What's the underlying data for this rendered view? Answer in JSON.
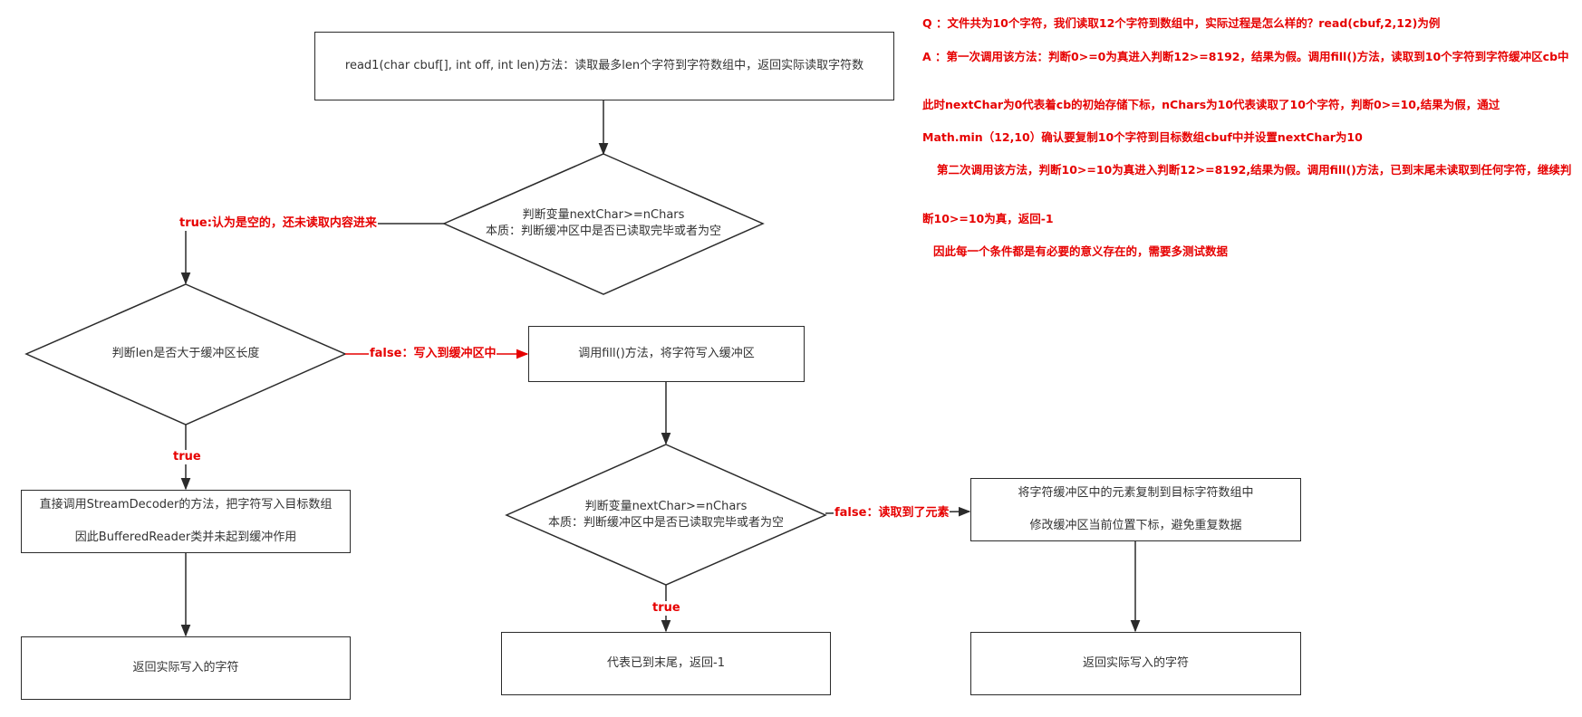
{
  "nodes": {
    "read1_box": "read1(char cbuf[], int off, int len)方法：读取最多len个字符到字符数组中，返回实际读取字符数",
    "check_buffer_1": {
      "line1": "判断变量nextChar>=nChars",
      "line2": "本质：判断缓冲区中是否已读取完毕或者为空"
    },
    "check_len": "判断len是否大于缓冲区长度",
    "call_fill": "调用fill()方法，将字符写入缓冲区",
    "direct_stream": {
      "line1": "直接调用StreamDecoder的方法，把字符写入目标数组",
      "line2": "因此BufferedReader类并未起到缓冲作用"
    },
    "check_buffer_2": {
      "line1": "判断变量nextChar>=nChars",
      "line2": "本质：判断缓冲区中是否已读取完毕或者为空"
    },
    "copy_buffer": {
      "line1": "将字符缓冲区中的元素复制到目标字符数组中",
      "line2": "修改缓冲区当前位置下标，避免重复数据"
    },
    "return_written_1": "返回实际写入的字符",
    "return_eof": "代表已到末尾，返回-1",
    "return_written_2": "返回实际写入的字符"
  },
  "edge_labels": {
    "true_empty": "true:认为是空的，还未读取内容进来",
    "false_to_buffer": "false：写入到缓冲区中",
    "true_len": "true",
    "false_read_elem": "false：读取到了元素",
    "true_eof": "true"
  },
  "notes": [
    "Q ：文件共为10个字符，我们读取12个字符到数组中，实际过程是怎么样的？read(cbuf,2,12)为例",
    "A ：第一次调用该方法：判断0>=0为真进入判断12>=8192，结果为假。调用fill()方法，读取到10个字符到字符缓冲区cb中",
    "此时nextChar为0代表着cb的初始存储下标，nChars为10代表读取了10个字符，判断0>=10,结果为假，通过",
    "Math.min（12,10）确认要复制10个字符到目标数组cbuf中并设置nextChar为10",
    "第二次调用该方法，判断10>=10为真进入判断12>=8192,结果为假。调用fill()方法，已到末尾未读取到任何字符，继续判",
    "断10>=10为真，返回-1",
    "因此每一个条件都是有必要的意义存在的，需要多测试数据"
  ],
  "colors": {
    "annotation": "#e60000",
    "stroke": "#2b2b2b",
    "text": "#333333"
  }
}
